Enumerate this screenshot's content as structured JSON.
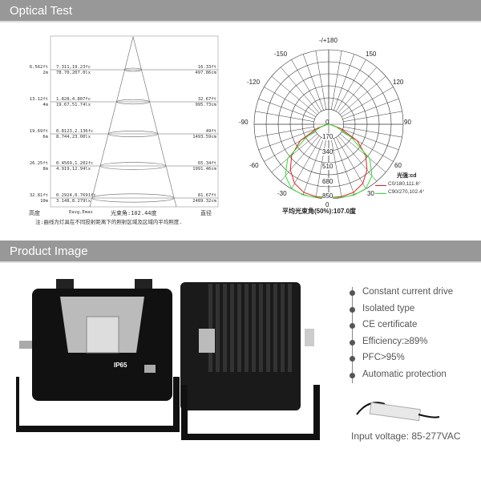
{
  "sections": {
    "optical": "Optical Test",
    "product": "Product Image"
  },
  "beam": {
    "rows": [
      {
        "ft": "6.562ft",
        "m": "2m",
        "fc": "7.311,19.23fc",
        "lx": "78.70,207.0lx",
        "dft": "16.33ft",
        "dcm": "497.86cm"
      },
      {
        "ft": "13.12ft",
        "m": "4m",
        "fc": "1.828,4.807fc",
        "lx": "19.67,51.74lx",
        "dft": "32.67ft",
        "dcm": "995.73cm"
      },
      {
        "ft": "19.69ft",
        "m": "6m",
        "fc": "0.8123,2.136fc",
        "lx": "8.744,23.00lx",
        "dft": "49ft",
        "dcm": "1493.59cm"
      },
      {
        "ft": "26.25ft",
        "m": "8m",
        "fc": "0.4569,1.202fc",
        "lx": "4.919,12.94lx",
        "dft": "65.34ft",
        "dcm": "1991.46cm"
      },
      {
        "ft": "32.81ft",
        "m": "10m",
        "fc": "0.2924,0.7691fc",
        "lx": "3.148,8.279lx",
        "dft": "81.67ft",
        "dcm": "2489.32cm"
      }
    ],
    "col_height": "高度",
    "col_e": "Eavg,Emax",
    "beam_angle": "光束角:102.44度",
    "col_diam": "直径",
    "note": "注:曲线为灯具在不同投射距离下的照射区域及区域内平均照度."
  },
  "polar": {
    "angle_labels": {
      "top": "-/+180",
      "m150": "-150",
      "p150": "150",
      "m120": "-120",
      "p120": "120",
      "m90": "-90",
      "p90": "90",
      "m60": "-60",
      "p60": "60",
      "m30": "-30",
      "p30": "30",
      "zero": "0",
      "center": "0"
    },
    "rings": [
      "170",
      "340",
      "510",
      "680",
      "850"
    ],
    "max": 850,
    "unit": "光强:cd",
    "series": [
      {
        "name": "C0/180,111.6°",
        "color": "#e02020",
        "angles": [
          -90,
          -80,
          -70,
          -60,
          -50,
          -40,
          -30,
          -20,
          -10,
          0,
          10,
          20,
          30,
          40,
          50,
          60,
          70,
          80,
          90
        ],
        "values": [
          0,
          30,
          150,
          380,
          560,
          690,
          790,
          840,
          850,
          850,
          850,
          840,
          790,
          690,
          560,
          380,
          150,
          30,
          0
        ]
      },
      {
        "name": "C90/270,102.4°",
        "color": "#30e030",
        "angles": [
          -90,
          -80,
          -70,
          -60,
          -50,
          -40,
          -30,
          -20,
          -10,
          0,
          10,
          20,
          30,
          40,
          50,
          60,
          70,
          80,
          90
        ],
        "values": [
          0,
          20,
          100,
          300,
          620,
          780,
          860,
          870,
          860,
          850,
          860,
          870,
          860,
          780,
          620,
          300,
          100,
          20,
          0
        ]
      }
    ],
    "avg_beam": "平均光束角(50%):107.0度"
  },
  "product": {
    "ip_label": "IP65"
  },
  "features": [
    "Constant current drive",
    "Isolated type",
    "CE certificate",
    "Efficiency:≥89%",
    "PFC>95%",
    "Automatic protection"
  ],
  "input_voltage": "Input voltage: 85-277VAC"
}
